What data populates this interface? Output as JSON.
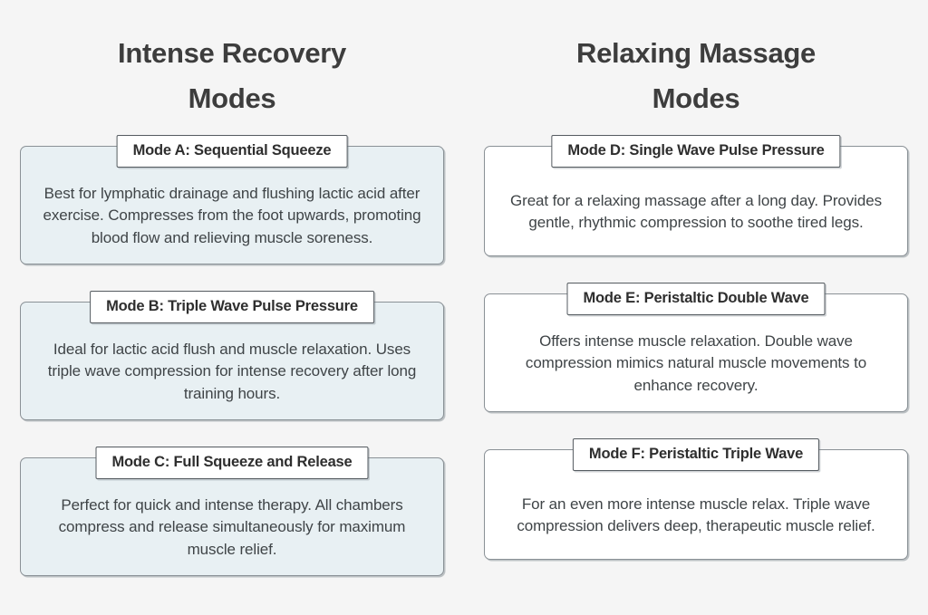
{
  "page": {
    "background_color": "#f5f5f5",
    "text_color": "#3b3b3b"
  },
  "columns": [
    {
      "id": "intense-recovery",
      "title": "Intense Recovery Modes",
      "card_fill_color": "#e8f0f3",
      "cards": [
        {
          "label": "Mode A: Sequential Squeeze",
          "description": "Best for lymphatic drainage and flushing lactic acid after exercise. Compresses from the foot upwards, promoting blood flow and relieving muscle soreness."
        },
        {
          "label": "Mode B: Triple Wave Pulse Pressure",
          "description": "Ideal for lactic acid flush and muscle relaxation. Uses triple wave compression for intense recovery after long training hours."
        },
        {
          "label": "Mode C: Full Squeeze and Release",
          "description": "Perfect for quick and intense therapy. All chambers compress and release simultaneously for maximum muscle relief."
        }
      ]
    },
    {
      "id": "relaxing-massage",
      "title": "Relaxing Massage Modes",
      "card_fill_color": "#ffffff",
      "cards": [
        {
          "label": "Mode D: Single Wave Pulse Pressure",
          "description": "Great for a relaxing massage after a long day. Provides gentle, rhythmic compression to soothe tired legs."
        },
        {
          "label": "Mode E: Peristaltic Double Wave",
          "description": "Offers intense muscle relaxation. Double wave compression mimics natural muscle movements to enhance recovery."
        },
        {
          "label": "Mode F: Peristaltic Triple Wave",
          "description": "For an even more intense muscle relax. Triple wave compression delivers deep, therapeutic muscle relief."
        }
      ]
    }
  ]
}
